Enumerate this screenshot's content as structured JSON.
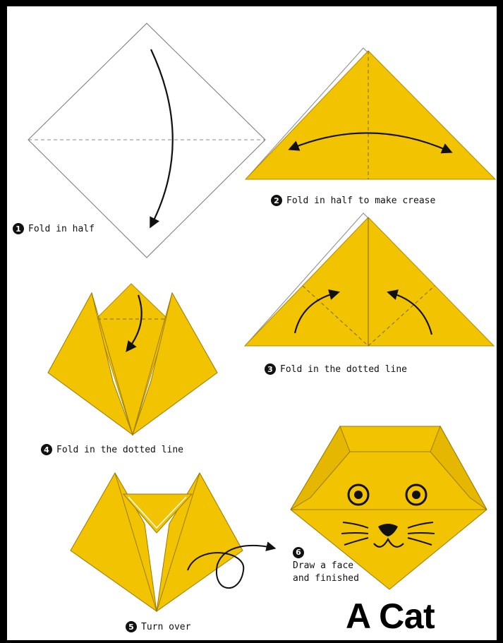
{
  "colors": {
    "paper": "#f2c300",
    "paper_edge": "#b08c00",
    "white_paper": "#ffffff",
    "ink": "#111111"
  },
  "steps": [
    {
      "number": "1",
      "text": "Fold in half"
    },
    {
      "number": "2",
      "text": "Fold in half to make crease"
    },
    {
      "number": "3",
      "text": "Fold in the dotted line"
    },
    {
      "number": "4",
      "text": "Fold in the dotted line"
    },
    {
      "number": "5",
      "text": "Turn over"
    },
    {
      "number": "6",
      "line1": "Draw a face",
      "line2": "and finished"
    }
  ],
  "title": "A Cat"
}
